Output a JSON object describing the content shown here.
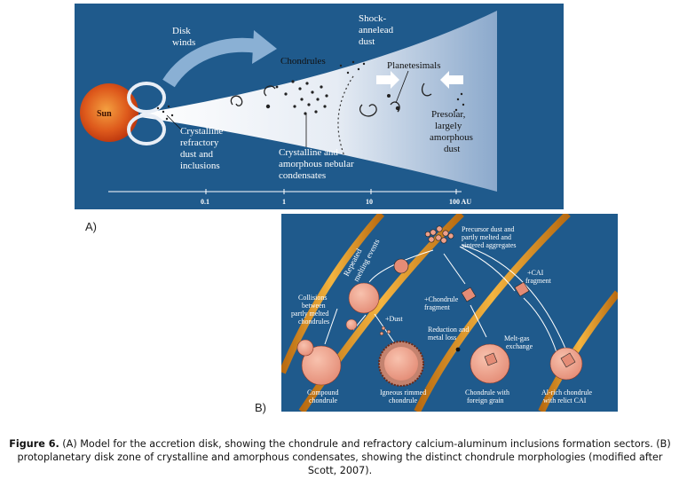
{
  "panel_a": {
    "tag": "A)",
    "labels": {
      "sun": "Sun",
      "disk_winds_1": "Disk",
      "disk_winds_2": "winds",
      "chondrules": "Chondrules",
      "shock_1": "Shock-",
      "shock_2": "annelead",
      "shock_3": "dust",
      "planetesimals": "Planetesimals",
      "cryst_1": "Crystalline",
      "cryst_2": "refractory",
      "cryst_3": "dust and",
      "cryst_4": "inclusions",
      "neb_1": "Crystalline and",
      "neb_2": "amorphous nebular",
      "neb_3": "condensates",
      "pre_1": "Presolar,",
      "pre_2": "largely",
      "pre_3": "amorphous",
      "pre_4": "dust"
    },
    "axis_ticks": [
      "0.1",
      "1",
      "10",
      "100 AU"
    ]
  },
  "panel_b": {
    "tag": "B)",
    "labels": {
      "repeated_1": "Repeated",
      "repeated_2": "melting events",
      "precursor_1": "Precursor dust and",
      "precursor_2": "partly melted and",
      "precursor_3": "sintered aggregates",
      "cai_1": "+CAI",
      "cai_2": "fragment",
      "collision_1": "Collisions",
      "collision_2": "between",
      "collision_3": "partly melted",
      "collision_4": "chondrules",
      "chondrule_frag_1": "+Chondrule",
      "chondrule_frag_2": "fragment",
      "dust": "+Dust",
      "reduction_1": "Reduction and",
      "reduction_2": "metal loss",
      "meltgas_1": "Melt-gas",
      "meltgas_2": "exchange",
      "compound_1": "Compound",
      "compound_2": "chondrule",
      "igneous_1": "Igneous rimmed",
      "igneous_2": "chondrule",
      "foreign_1": "Chondrule with",
      "foreign_2": "foreign grain",
      "alrich_1": "Al-rich chondrule",
      "alrich_2": "with relict CAI"
    }
  },
  "caption": {
    "label": "Figure 6.",
    "text": " (A) Model for the accretion disk, showing the chondrule and refractory calcium-aluminum inclusions formation sectors. (B) protoplanetary disk zone of crystalline and amorphous condensates, showing the distinct chondrule morphologies (modified after Scott, 2007)."
  },
  "colors": {
    "panel_bg": "#1f5a8c",
    "sun": "#e0581c",
    "droplet": "#eea08a",
    "orbit": "#e8a030"
  }
}
